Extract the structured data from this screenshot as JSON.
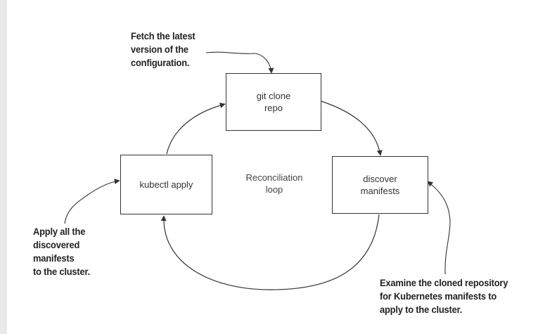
{
  "diagram": {
    "boxes": {
      "git_clone": "git clone\nrepo",
      "discover": "discover\nmanifests",
      "apply": "kubectl apply"
    },
    "center_label": "Reconciliation\nloop",
    "callouts": {
      "fetch": [
        "Fetch the latest",
        "version of the",
        "configuration."
      ],
      "apply": [
        "Apply all the",
        "discovered",
        "manifests",
        "to the cluster."
      ],
      "examine": [
        "Examine the cloned repository",
        "for Kubernetes manifests to",
        "apply to the cluster."
      ]
    },
    "colors": {
      "line": "#333333",
      "text": "#222222",
      "background": "#ffffff"
    }
  }
}
